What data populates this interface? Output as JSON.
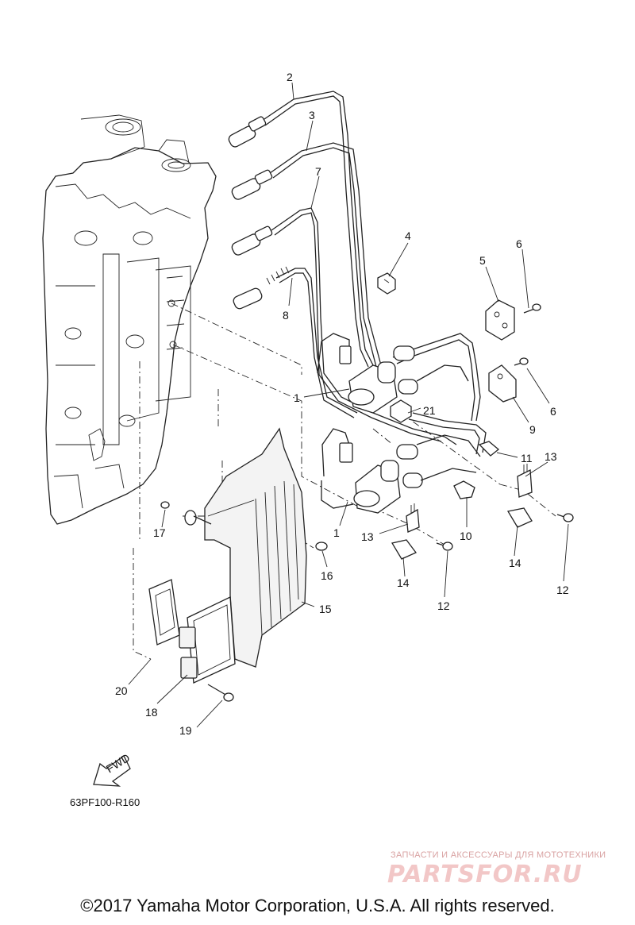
{
  "diagram": {
    "callouts": [
      "1",
      "1",
      "2",
      "3",
      "4",
      "5",
      "6",
      "6",
      "7",
      "8",
      "9",
      "10",
      "11",
      "12",
      "12",
      "13",
      "13",
      "14",
      "14",
      "15",
      "16",
      "17",
      "18",
      "19",
      "20",
      "21"
    ],
    "fwd_label": "FWD",
    "reference_code": "63PF100-R160",
    "copyright": "©2017 Yamaha Motor Corporation, U.S.A. All rights reserved.",
    "watermark": {
      "tagline": "ЗАПЧАСТИ И АКСЕССУАРЫ ДЛЯ МОТОТЕХНИКИ",
      "logo": "PARTSFOR.RU"
    }
  }
}
